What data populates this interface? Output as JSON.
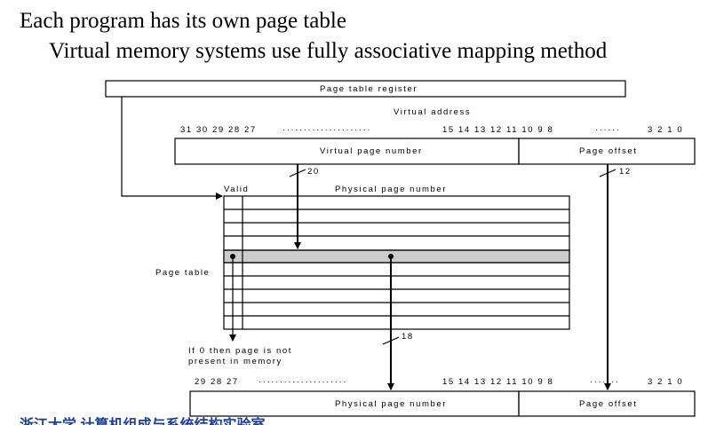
{
  "slide": {
    "title": "Each program has its own page table",
    "subtitle": "Virtual memory systems use fully associative mapping method"
  },
  "diagram": {
    "page_table_register": "Page table register",
    "virtual_address_label": "Virtual address",
    "va_bits_left": "31  30  29  28  27",
    "va_dots": "·····················",
    "va_bits_mid": "15  14  13  12  11  10  9  8",
    "va_dots_right": "······",
    "va_bits_right": "3  2  1  0",
    "virtual_page_number": "Virtual page number",
    "page_offset_top": "Page offset",
    "width_20": "20",
    "width_12": "12",
    "width_18": "18",
    "valid_label": "Valid",
    "physical_page_number_header": "Physical page number",
    "page_table_label": "Page table",
    "invalid_note_line1": "If 0 then page is not",
    "invalid_note_line2": "present in memory",
    "pa_bits_left": "29  28  27",
    "pa_dots": "·····················",
    "pa_bits_mid": "15  14  13  12  11  10  9  8",
    "pa_dots_right": "·······",
    "pa_bits_right": "3  2  1  0",
    "physical_page_number_bottom": "Physical page number",
    "page_offset_bottom": "Page offset"
  },
  "footer": {
    "text": "浙江大学  计算机组成与系统结构实验室"
  },
  "colors": {
    "highlight_row": "#cccccc",
    "footer": "#1f3f8f"
  }
}
